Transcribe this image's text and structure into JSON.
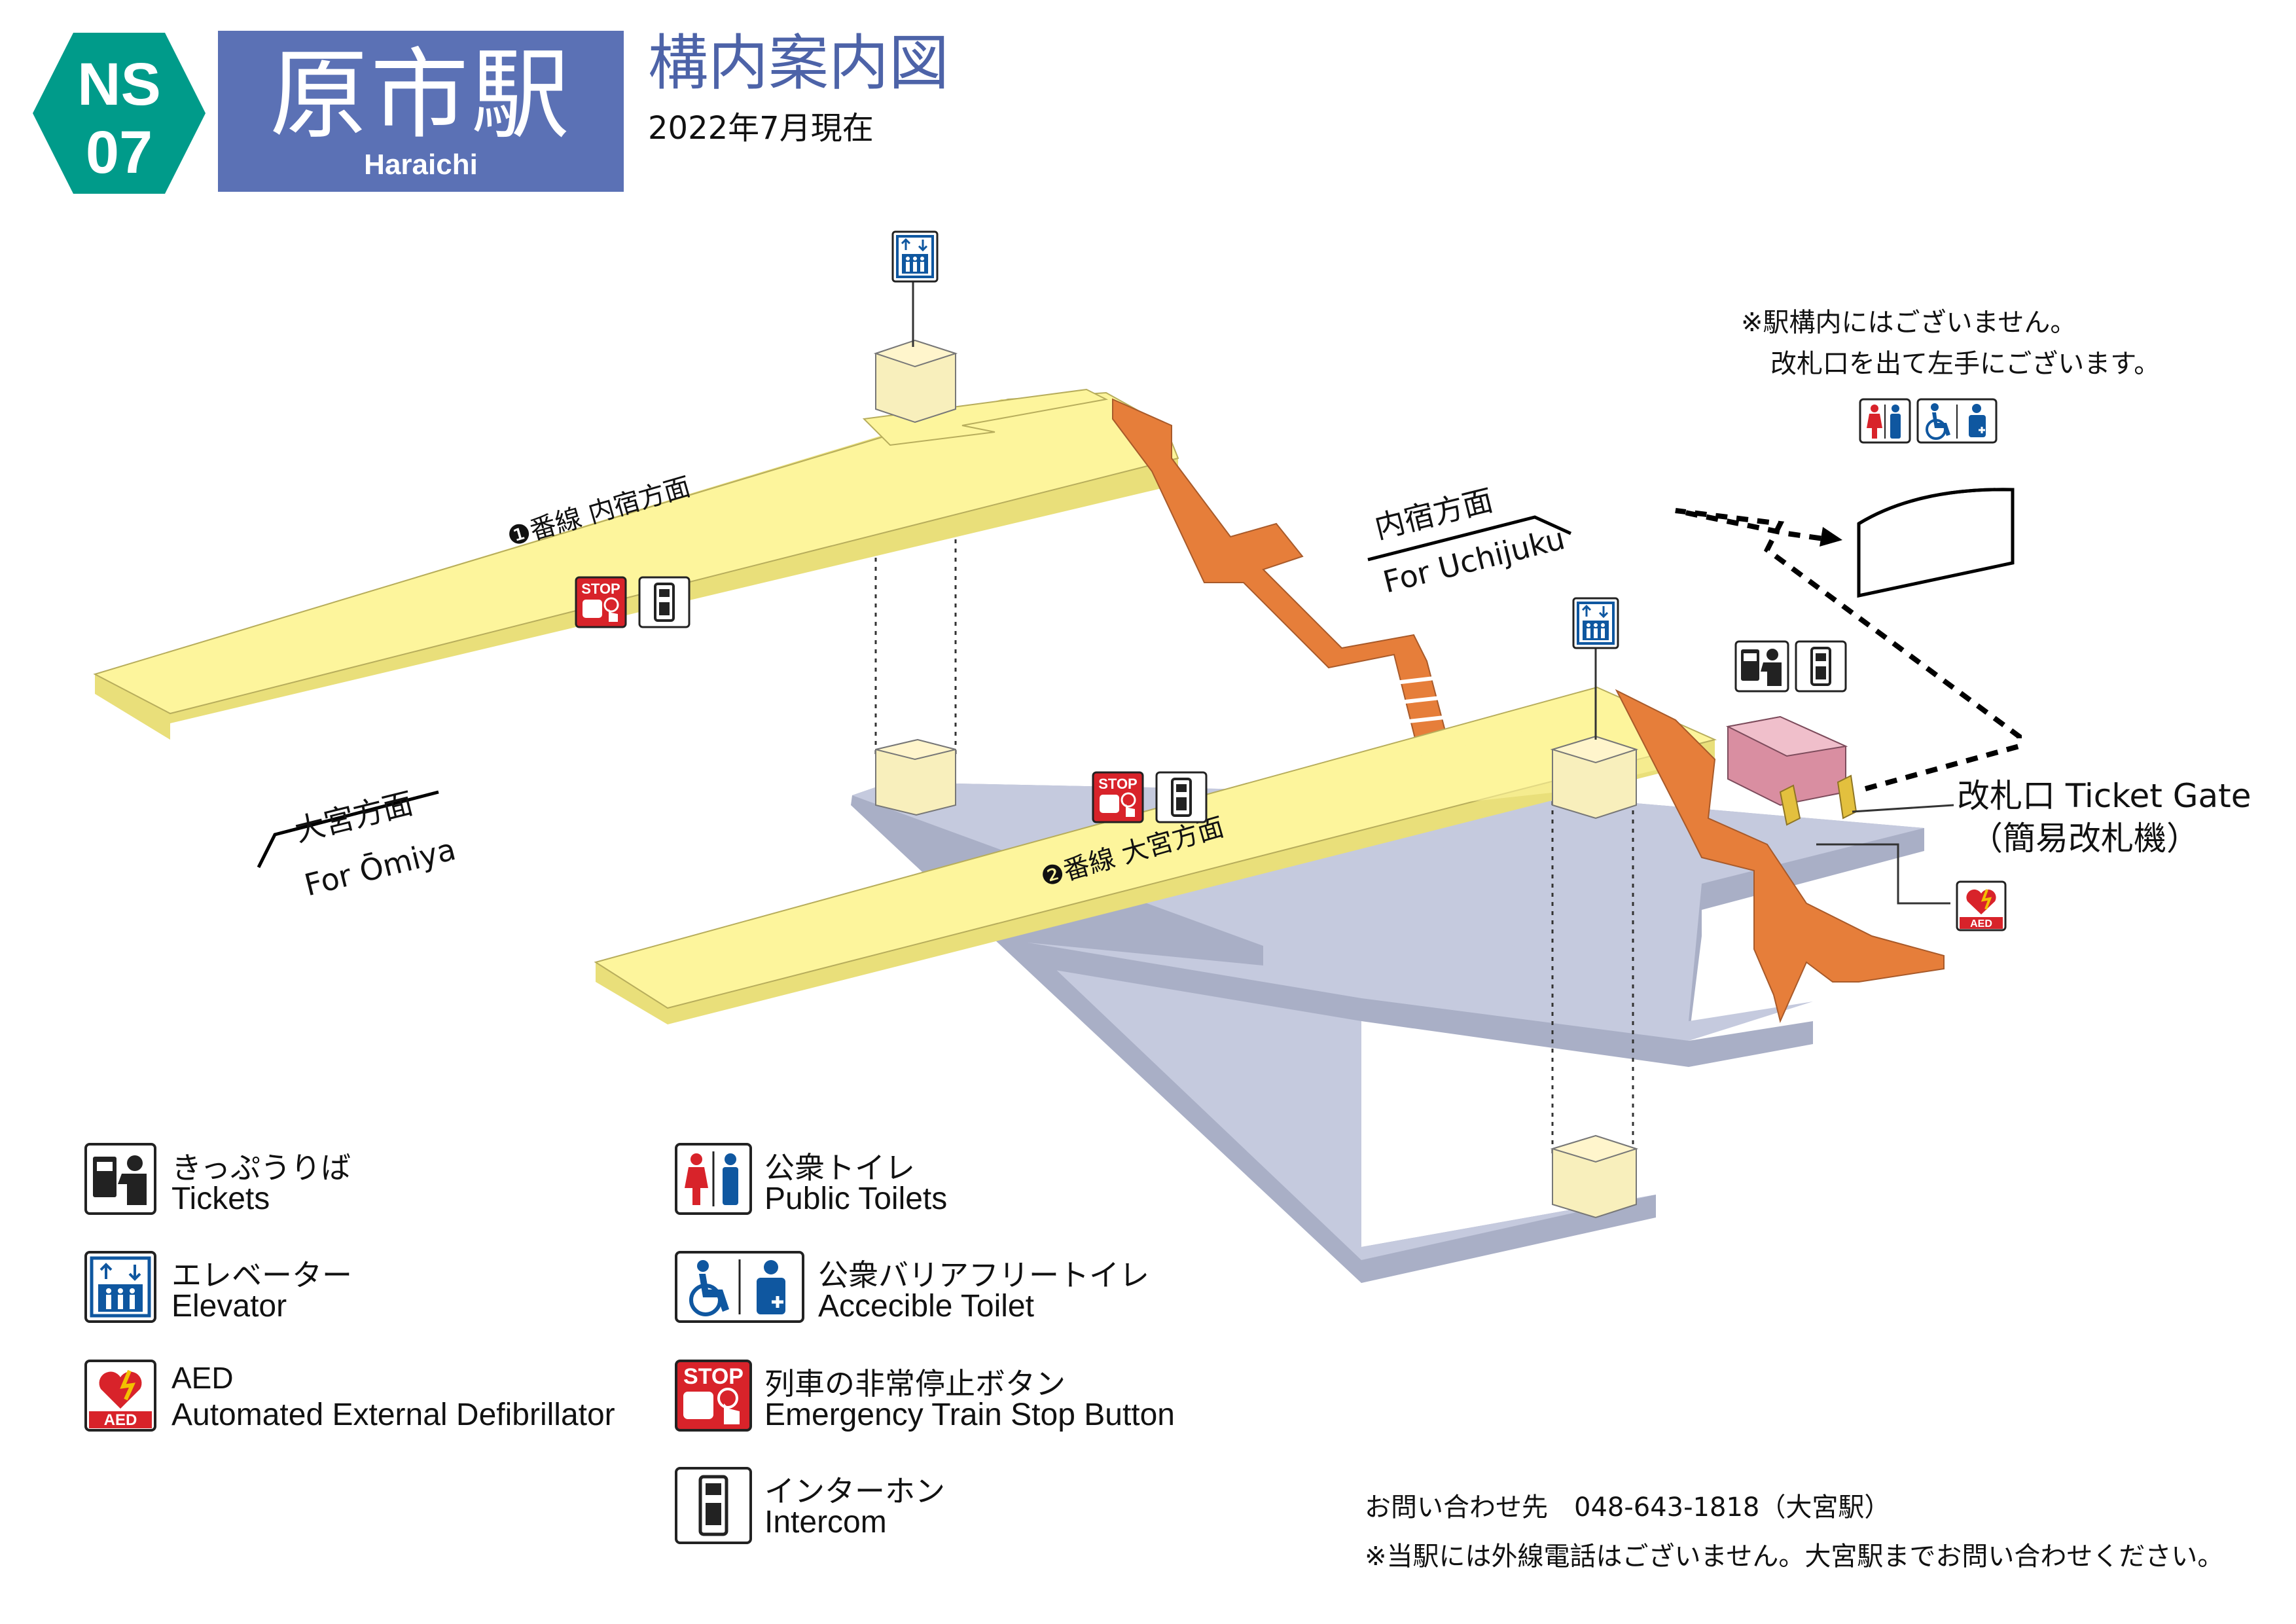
{
  "station": {
    "code_line": "NS",
    "code_number": "07",
    "name_jp": "原市駅",
    "name_en": "Haraichi"
  },
  "title": "構内案内図",
  "date": "2022年7月現在",
  "platforms": {
    "platform1": "❶番線 内宿方面",
    "platform2": "❷番線 大宮方面"
  },
  "directions": {
    "uchijuku_jp": "内宿方面",
    "uchijuku_en": "For Uchijuku",
    "omiya_jp": "大宮方面",
    "omiya_en": "For Ōmiya"
  },
  "ticket_gate": {
    "label": "改札口 Ticket Gate",
    "sub": "（簡易改札機）"
  },
  "toilet_note": {
    "line1": "※駅構内にはございません。",
    "line2": "改札口を出て左手にございます。"
  },
  "legend": [
    {
      "icon": "ticket-icon",
      "jp": "きっぷうりば",
      "en": "Tickets"
    },
    {
      "icon": "elevator-icon",
      "jp": "エレベーター",
      "en": "Elevator"
    },
    {
      "icon": "aed-icon",
      "jp": "AED",
      "en": "Automated External Defibrillator"
    },
    {
      "icon": "toilet-icon",
      "jp": "公衆トイレ",
      "en": "Public Toilets"
    },
    {
      "icon": "accessible-toilet-icon",
      "jp": "公衆バリアフリートイレ",
      "en": "Accecible Toilet"
    },
    {
      "icon": "emergency-stop-icon",
      "jp": "列車の非常停止ボタン",
      "en": "Emergency Train Stop Button"
    },
    {
      "icon": "intercom-icon",
      "jp": "インターホン",
      "en": "Intercom"
    }
  ],
  "icon_text": {
    "stop": "STOP",
    "aed": "AED"
  },
  "contact": {
    "line1": "お問い合わせ先　048-643-1818（大宮駅）",
    "line2": "※当駅には外線電話はございません。大宮駅までお問い合わせください。"
  },
  "colors": {
    "station_blue": "#5b71b5",
    "line_teal": "#009b8a",
    "platform_yellow": "#fdf59c",
    "concourse_gray": "#c5cade",
    "stairs_orange": "#e67e3a",
    "gate_pink": "#e8a3b4",
    "stop_red": "#d8232a",
    "toilet_blue": "#0f57a0"
  }
}
